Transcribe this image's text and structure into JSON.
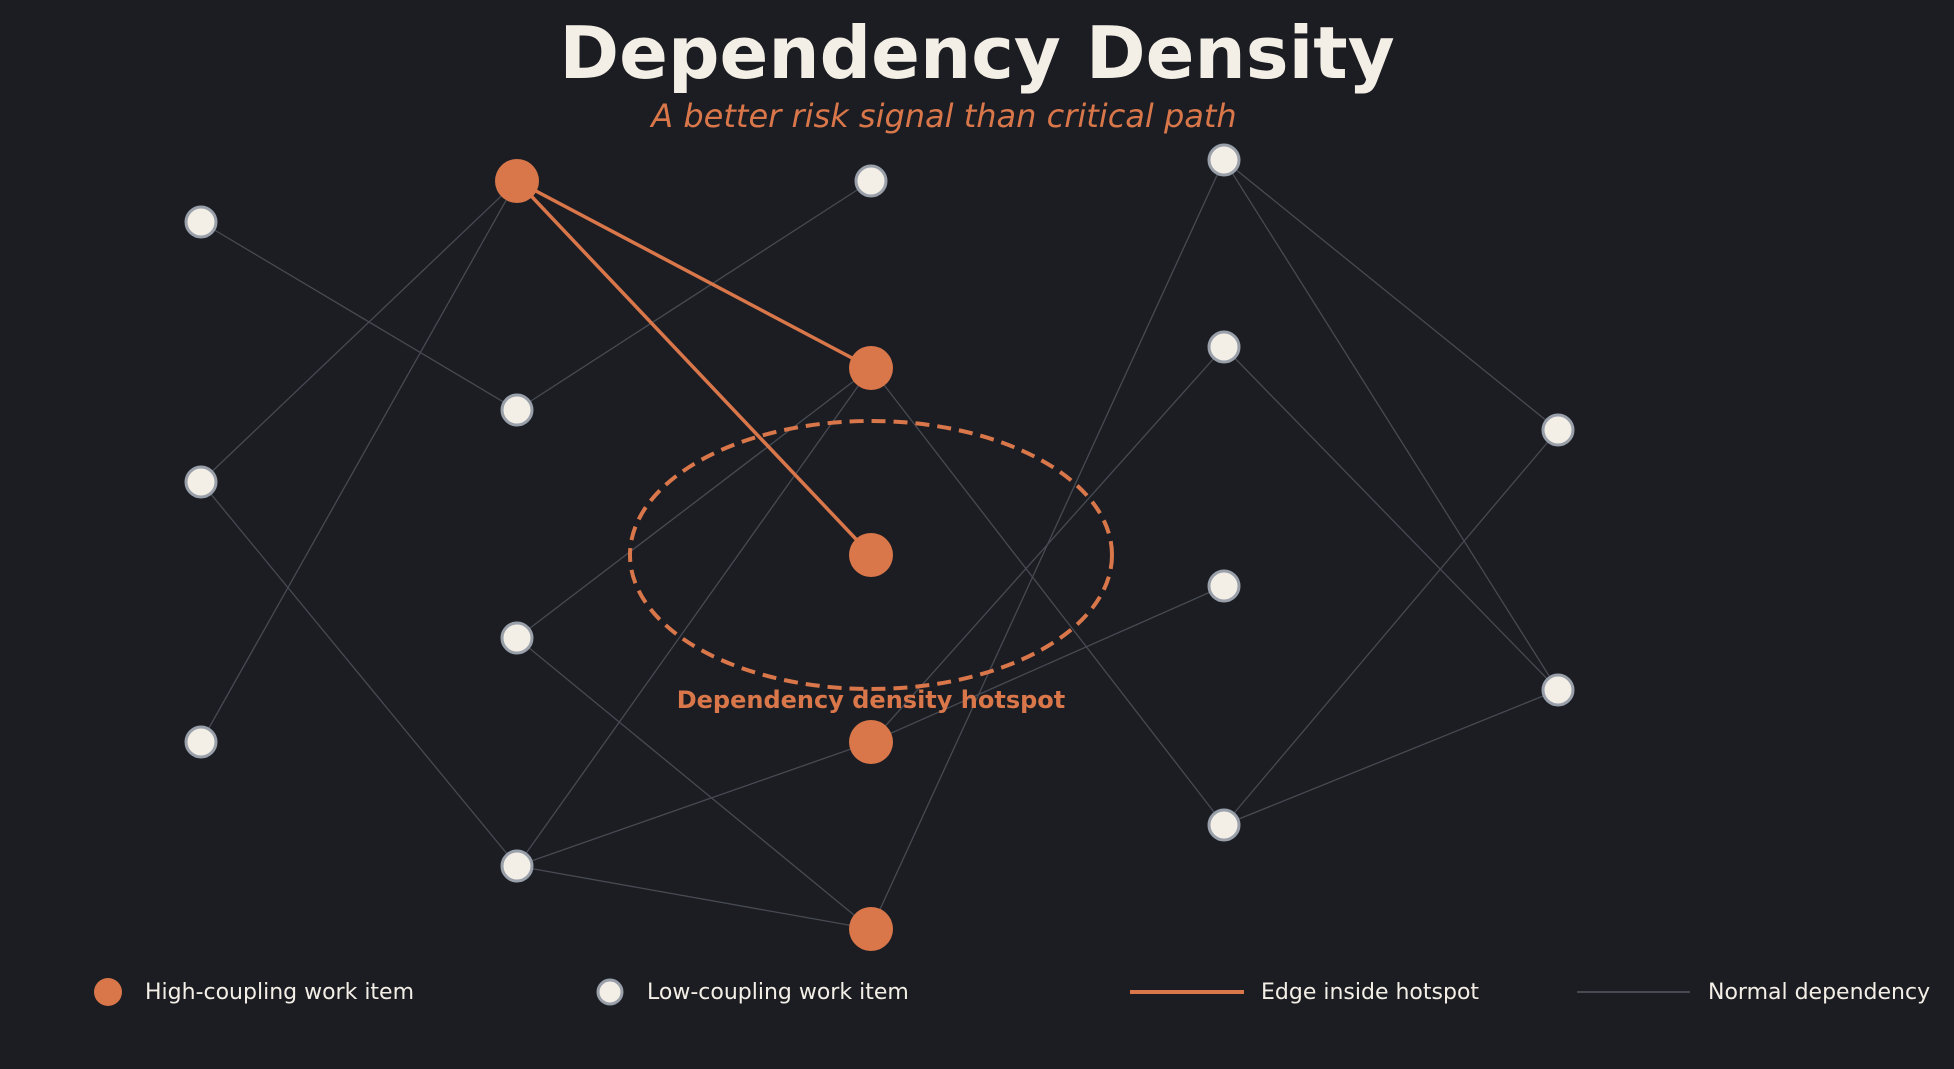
{
  "title": "Dependency Density",
  "subtitle": "A better risk signal than critical path",
  "hotspot_label": "Dependency density hotspot",
  "colors": {
    "background": "#1b1d23",
    "high": "#d9774a",
    "low_fill": "#f4efe6",
    "low_stroke": "#9aa0aa",
    "normal_edge": "#474a52",
    "text": "#f4efe6"
  },
  "legend": [
    {
      "id": "high",
      "label": "High-coupling work item"
    },
    {
      "id": "low",
      "label": "Low-coupling work item"
    },
    {
      "id": "hot-edge",
      "label": "Edge inside hotspot"
    },
    {
      "id": "normal-edge",
      "label": "Normal dependency"
    }
  ],
  "nodes": [
    {
      "id": "c0a",
      "kind": "low"
    },
    {
      "id": "c0b",
      "kind": "low"
    },
    {
      "id": "c0c",
      "kind": "low"
    },
    {
      "id": "c1a",
      "kind": "high"
    },
    {
      "id": "c1b",
      "kind": "low"
    },
    {
      "id": "c1c",
      "kind": "low"
    },
    {
      "id": "c1d",
      "kind": "low"
    },
    {
      "id": "c2a",
      "kind": "low"
    },
    {
      "id": "c2b",
      "kind": "high"
    },
    {
      "id": "c2c",
      "kind": "high"
    },
    {
      "id": "c2d",
      "kind": "high"
    },
    {
      "id": "c2e",
      "kind": "high"
    },
    {
      "id": "c3a",
      "kind": "low"
    },
    {
      "id": "c3b",
      "kind": "low"
    },
    {
      "id": "c3c",
      "kind": "low"
    },
    {
      "id": "c3d",
      "kind": "low"
    },
    {
      "id": "c4a",
      "kind": "low"
    },
    {
      "id": "c4b",
      "kind": "low"
    }
  ],
  "edges": [
    {
      "from": "c0a",
      "to": "c1b",
      "hot": false
    },
    {
      "from": "c0b",
      "to": "c1a",
      "hot": false
    },
    {
      "from": "c0b",
      "to": "c1d",
      "hot": false
    },
    {
      "from": "c0c",
      "to": "c1a",
      "hot": false
    },
    {
      "from": "c1b",
      "to": "c2a",
      "hot": false
    },
    {
      "from": "c1c",
      "to": "c2b",
      "hot": false
    },
    {
      "from": "c1c",
      "to": "c2e",
      "hot": false
    },
    {
      "from": "c1d",
      "to": "c2b",
      "hot": false
    },
    {
      "from": "c1d",
      "to": "c2d",
      "hot": false
    },
    {
      "from": "c1d",
      "to": "c2e",
      "hot": false
    },
    {
      "from": "c2b",
      "to": "c3d",
      "hot": false
    },
    {
      "from": "c2d",
      "to": "c3b",
      "hot": false
    },
    {
      "from": "c2d",
      "to": "c3c",
      "hot": false
    },
    {
      "from": "c2e",
      "to": "c3a",
      "hot": false
    },
    {
      "from": "c3a",
      "to": "c4a",
      "hot": false
    },
    {
      "from": "c3a",
      "to": "c4b",
      "hot": false
    },
    {
      "from": "c3b",
      "to": "c4b",
      "hot": false
    },
    {
      "from": "c3d",
      "to": "c4a",
      "hot": false
    },
    {
      "from": "c3d",
      "to": "c4b",
      "hot": false
    },
    {
      "from": "c1a",
      "to": "c2b",
      "hot": true
    },
    {
      "from": "c1a",
      "to": "c2c",
      "hot": true
    }
  ]
}
